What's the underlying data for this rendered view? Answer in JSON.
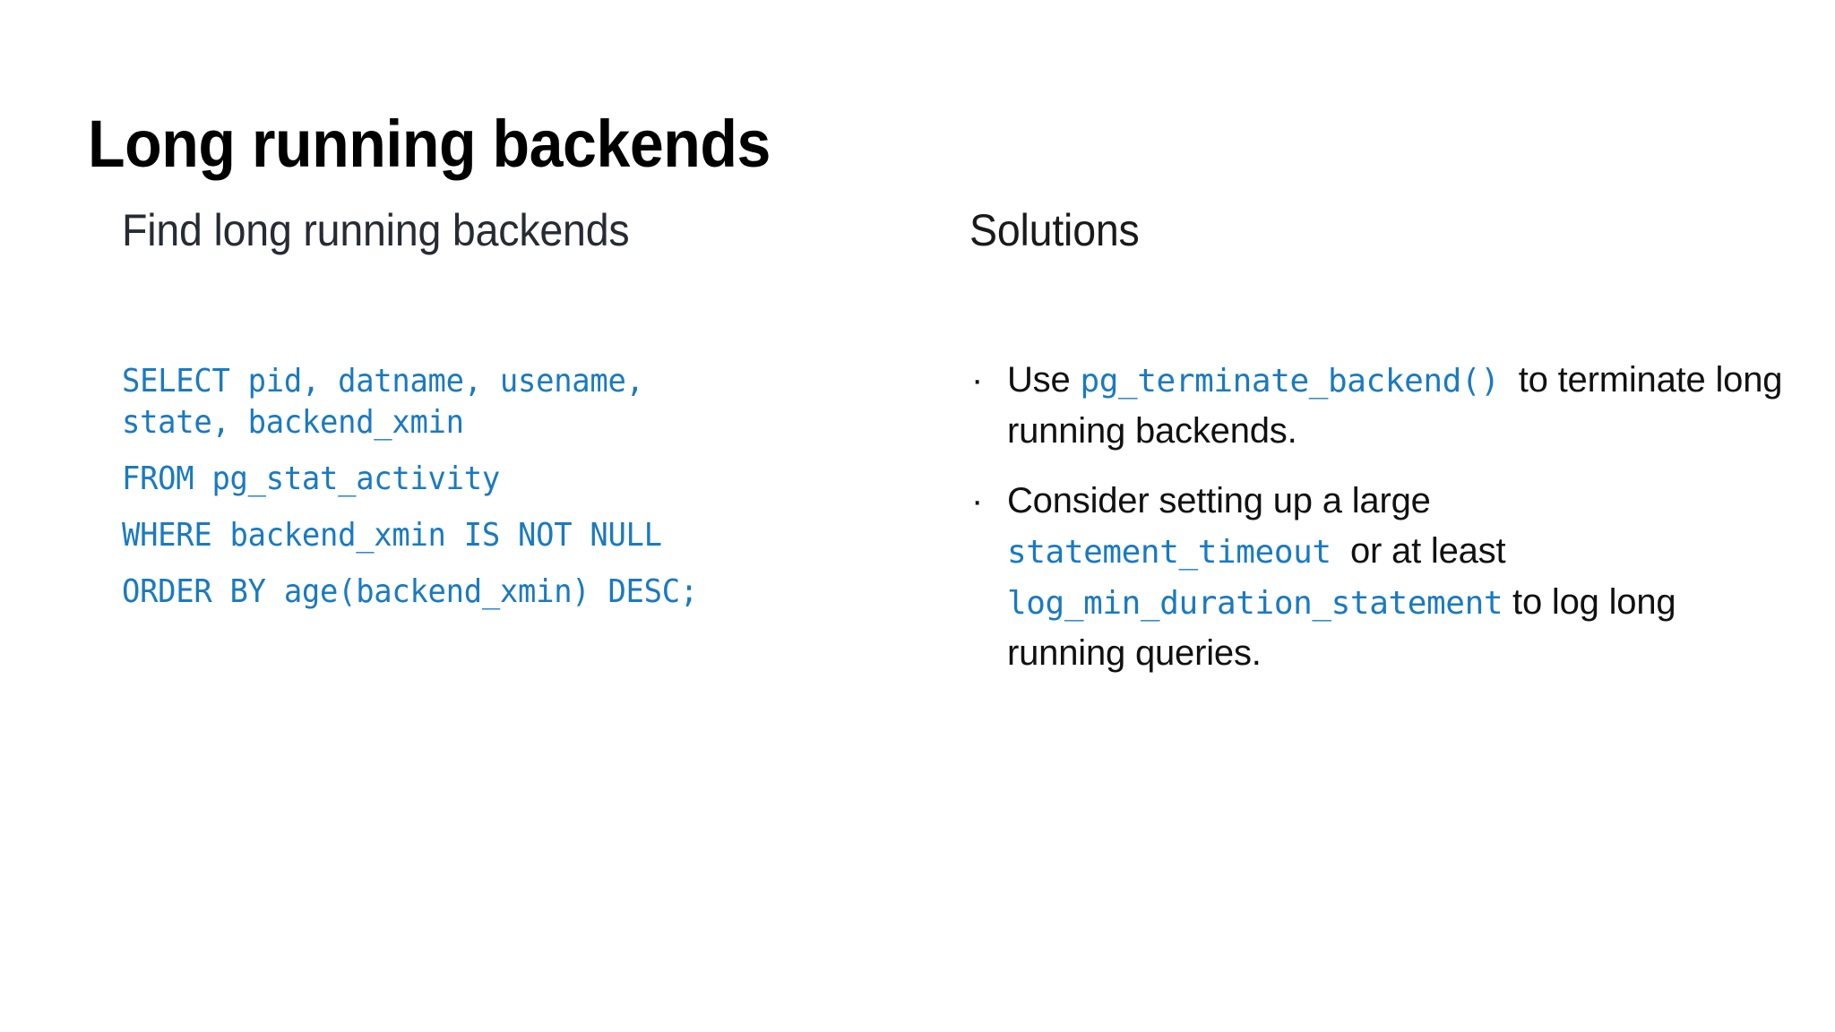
{
  "slide": {
    "title": "Long running backends",
    "background_color": "#ffffff"
  },
  "theme": {
    "title_color": "#000000",
    "heading_left_color": "#272b33",
    "heading_right_color": "#1a1a1a",
    "code_accent_color": "#1a7ac0",
    "body_text_color": "#111111"
  },
  "left_column": {
    "heading": "Find long running backends",
    "code": {
      "language": "sql",
      "lines": [
        "SELECT pid, datname, usename,\nstate, backend_xmin",
        "FROM pg_stat_activity",
        "WHERE backend_xmin IS NOT NULL",
        "ORDER BY age(backend_xmin) DESC;"
      ],
      "full_text": "SELECT pid, datname, usename, state, backend_xmin FROM pg_stat_activity WHERE backend_xmin IS NOT NULL ORDER BY age(backend_xmin) DESC;"
    }
  },
  "right_column": {
    "heading": "Solutions",
    "bullet_marker": "·",
    "bullets": [
      {
        "parts": [
          {
            "kind": "text",
            "value": "Use "
          },
          {
            "kind": "code",
            "value": "pg_terminate_backend() "
          },
          {
            "kind": "text",
            "value": "to terminate long running backends."
          }
        ],
        "plain": "Use pg_terminate_backend() to terminate long running backends."
      },
      {
        "parts": [
          {
            "kind": "text",
            "value": "Consider setting up a large "
          },
          {
            "kind": "code",
            "value": "statement_timeout "
          },
          {
            "kind": "text",
            "value": "or at least "
          },
          {
            "kind": "code",
            "value": "log_min_duration_statement"
          },
          {
            "kind": "text",
            "value": " to log long running queries."
          }
        ],
        "plain": "Consider setting up a large statement_timeout or at least log_min_duration_statement to log long running queries."
      }
    ]
  }
}
